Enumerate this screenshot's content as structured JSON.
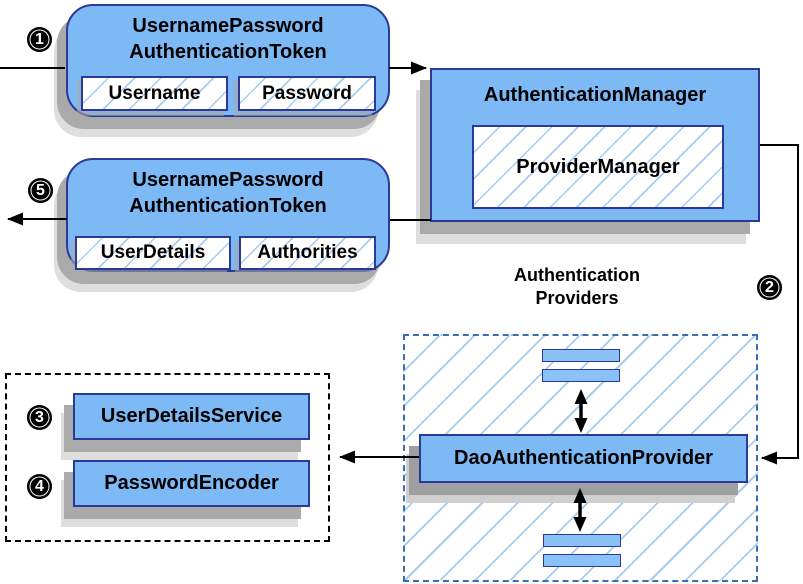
{
  "steps": {
    "one": "1",
    "two": "2",
    "three": "3",
    "four": "4",
    "five": "5"
  },
  "token_request": {
    "title_line1": "UsernamePassword",
    "title_line2": "AuthenticationToken",
    "field1": "Username",
    "field2": "Password"
  },
  "authentication_manager": {
    "title": "AuthenticationManager",
    "inner": "ProviderManager"
  },
  "token_response": {
    "title_line1": "UsernamePassword",
    "title_line2": "AuthenticationToken",
    "field1": "UserDetails",
    "field2": "Authorities"
  },
  "providers": {
    "heading_line1": "Authentication",
    "heading_line2": "Providers",
    "dao": "DaoAuthenticationProvider"
  },
  "services": {
    "user_details_service": "UserDetailsService",
    "password_encoder": "PasswordEncoder"
  },
  "colors": {
    "node_fill": "#7db9f4",
    "bar_fill": "#8ac1f7",
    "node_border": "#2b3a96",
    "hatch_line": "#a8cbf0",
    "dashed_blue": "#3c6cb4",
    "shadow_dark": "#aaaaaa",
    "shadow_light": "#dedede",
    "arrow": "#000000"
  }
}
